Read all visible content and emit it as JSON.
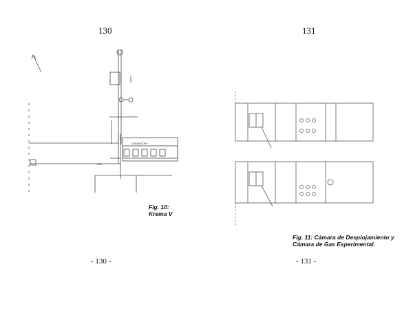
{
  "left_page": {
    "number_top": "130",
    "number_bottom": "- 130 -",
    "caption_line1": "Fig. 10:",
    "caption_line2": "Krema V",
    "plan_labels": {
      "cremation": "CREMATORY",
      "gas": "GAS"
    }
  },
  "right_page": {
    "number_top": "131",
    "number_bottom": "- 131 -",
    "caption_line1": "Fig. 11: Cámara de Despiojamiento y",
    "caption_line2": "Cámara de Gas Experimental."
  }
}
